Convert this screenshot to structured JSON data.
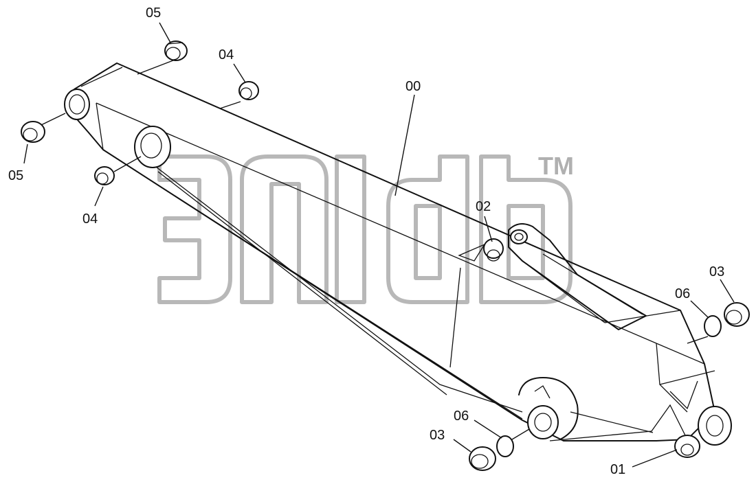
{
  "diagram": {
    "labels": {
      "main": "00",
      "part01": "01",
      "part02": "02",
      "part03_a": "03",
      "part03_b": "03",
      "part04_a": "04",
      "part04_b": "04",
      "part05_a": "05",
      "part05_b": "05",
      "part06_a": "06",
      "part06_b": "06"
    },
    "watermark": {
      "mark": "TM"
    }
  }
}
